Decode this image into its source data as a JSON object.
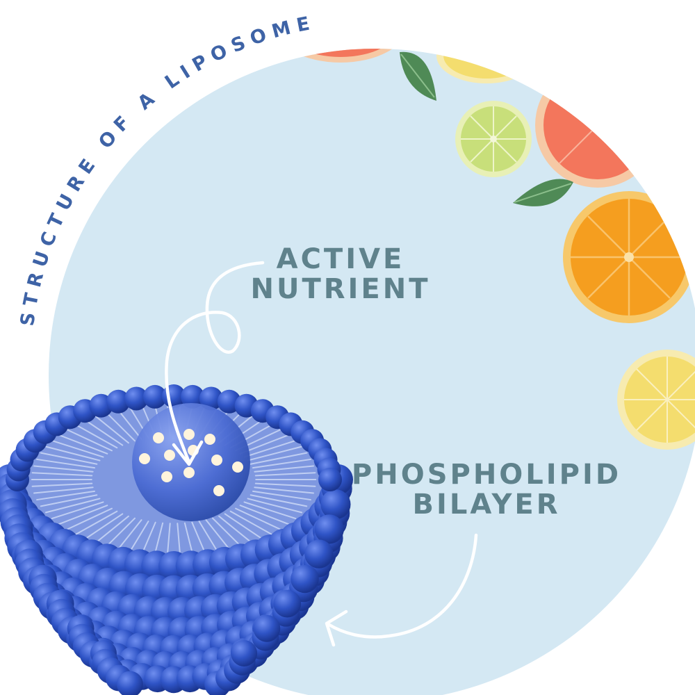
{
  "title": "STRUCTURE OF A LIPOSOME",
  "labels": {
    "active": [
      "ACTIVE",
      "NUTRIENT"
    ],
    "bilayer": [
      "PHOSPHOLIPID",
      "BILAYER"
    ]
  },
  "colors": {
    "background": "#ffffff",
    "circle": "#d4e8f3",
    "title": "#3e63a6",
    "label": "#5f828c",
    "arrow": "#ffffff",
    "liposome": "#2f54c6",
    "nutrient_sphere": "#5576d6",
    "orange": "#f59e1f",
    "grapefruit": "#f3765c",
    "lemon": "#f4dd6e",
    "lime": "#c8df7a",
    "mint": "#4f8a56"
  },
  "icons": [
    "grapefruit-slice",
    "lemon-slice",
    "lime-slice",
    "orange-slice",
    "mint-leaf"
  ]
}
